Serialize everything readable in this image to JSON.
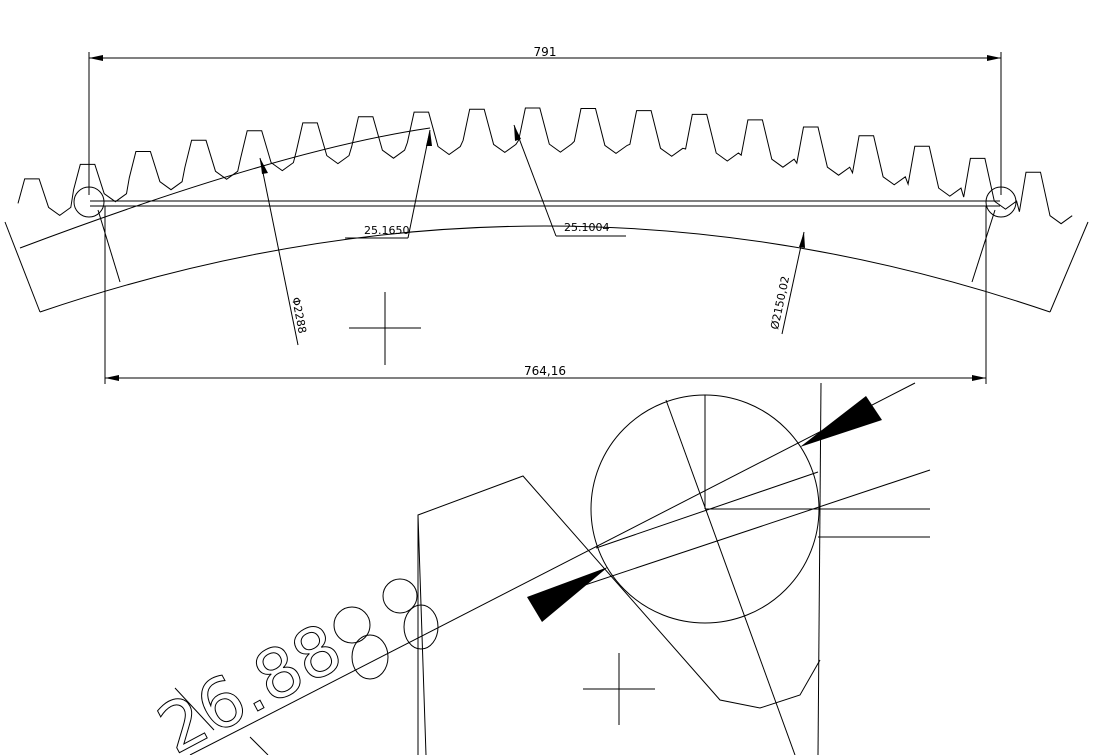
{
  "dimensions": {
    "overall_width": "791",
    "base_width": "764,16",
    "chordal_a": "25.1650",
    "chordal_b": "25.1004",
    "tip_diameter": "Φ2288",
    "root_diameter": "Ø2150,02"
  },
  "lower_view": {
    "large_label": "26.88"
  },
  "colors": {
    "line": "#000000",
    "background": "#ffffff"
  }
}
